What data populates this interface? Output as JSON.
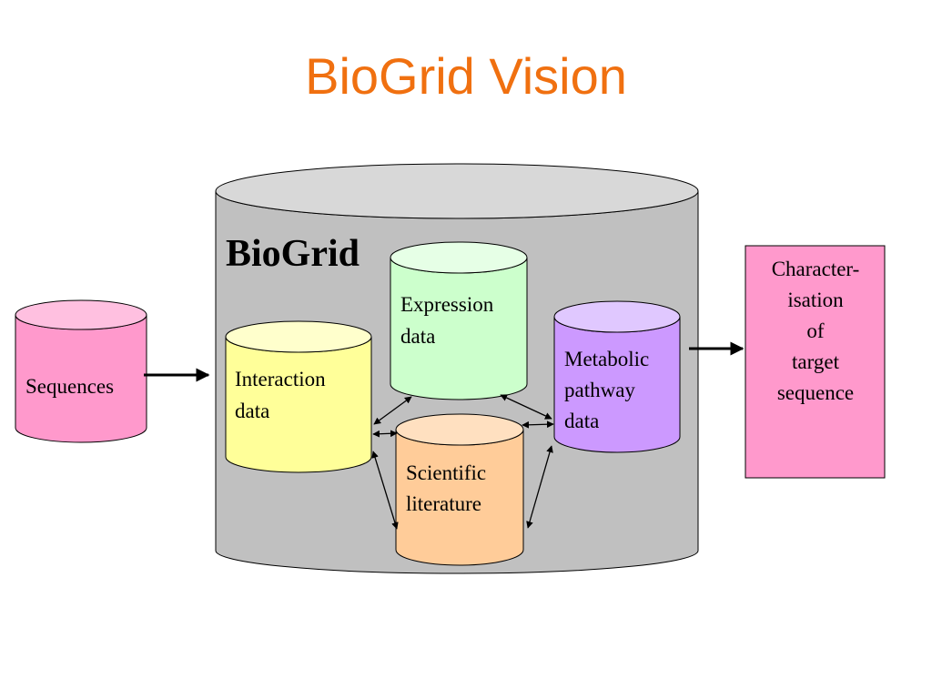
{
  "title": "BioGrid Vision",
  "colors": {
    "title": "#f07010",
    "biogrid_body": "#c0c0c0",
    "biogrid_top": "#d8d8d8",
    "sequences": "#ff99cc",
    "sequences_top": "#ffc0e0",
    "interaction": "#ffff99",
    "interaction_top": "#ffffcc",
    "expression": "#ccffcc",
    "expression_top": "#e6ffe6",
    "metabolic": "#cc99ff",
    "metabolic_top": "#e0c8ff",
    "scientific": "#ffcc99",
    "scientific_top": "#ffe0c0",
    "characterisation": "#ff99cc"
  },
  "diagram": {
    "container_label": "BioGrid",
    "nodes": {
      "sequences": {
        "label": "Sequences"
      },
      "interaction": {
        "line1": "Interaction",
        "line2": "data"
      },
      "expression": {
        "line1": "Expression",
        "line2": "data"
      },
      "metabolic": {
        "line1": "Metabolic",
        "line2": "pathway",
        "line3": "data"
      },
      "scientific": {
        "line1": "Scientific",
        "line2": "literature"
      },
      "characterisation": {
        "line1": "Character-",
        "line2": "isation",
        "line3": "of",
        "line4": "target",
        "line5": "sequence"
      }
    },
    "edges": [
      {
        "from": "sequences",
        "to": "biogrid",
        "kind": "one-way"
      },
      {
        "from": "biogrid",
        "to": "characterisation",
        "kind": "one-way"
      },
      {
        "from": "interaction",
        "to": "expression",
        "kind": "two-way"
      },
      {
        "from": "expression",
        "to": "metabolic",
        "kind": "two-way"
      },
      {
        "from": "interaction",
        "to": "scientific",
        "kind": "two-way"
      },
      {
        "from": "interaction",
        "to": "scientific",
        "kind": "two-way"
      },
      {
        "from": "scientific",
        "to": "metabolic",
        "kind": "two-way"
      },
      {
        "from": "scientific",
        "to": "metabolic",
        "kind": "two-way"
      }
    ]
  }
}
